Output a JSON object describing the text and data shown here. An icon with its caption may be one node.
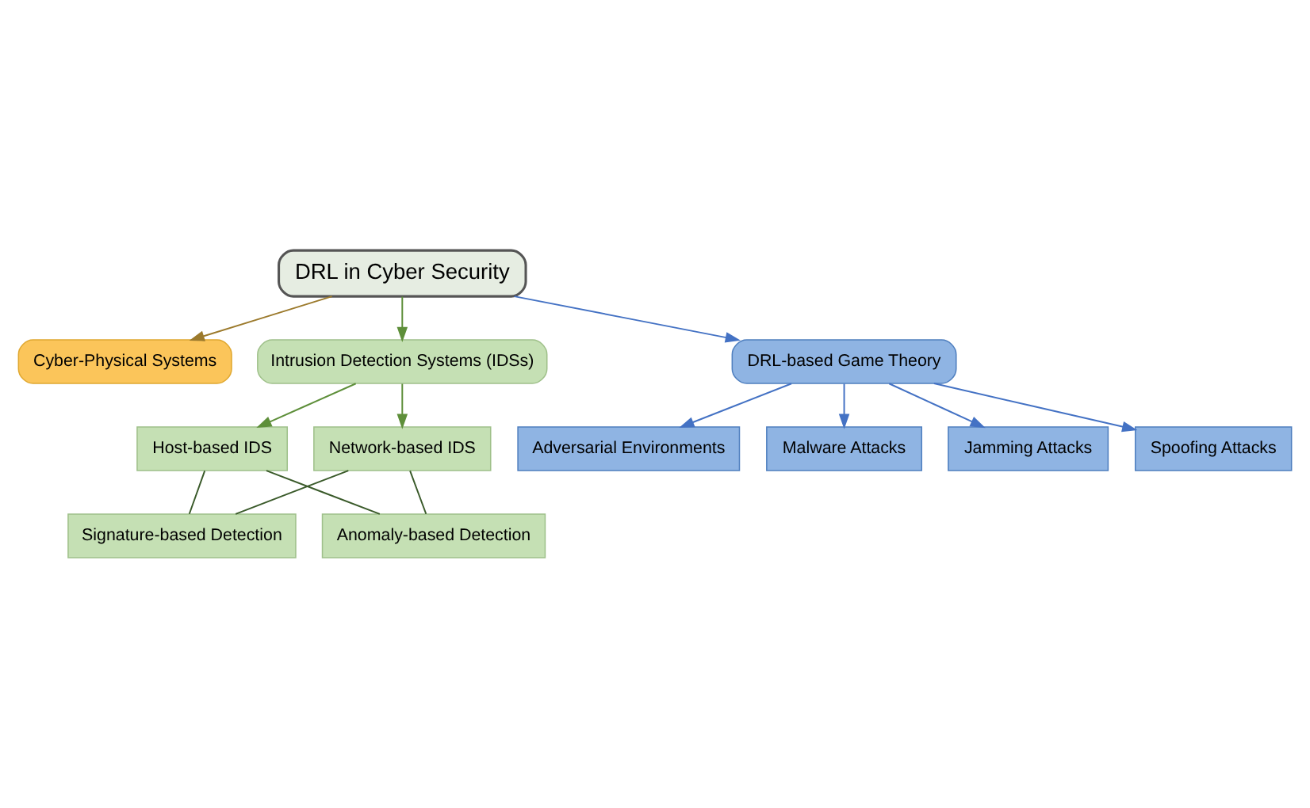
{
  "diagram": {
    "nodes": [
      {
        "text": [
          "DRL in Cyber Security"
        ]
      },
      {
        "text": [
          "Jamming Attacks"
        ]
      },
      {
        "text": [
          "Cyber-Physical Systems"
        ]
      },
      {
        "text": [
          "Intrusion Detection Systems (IDSs)"
        ]
      },
      {
        "text": [
          "DRL-based Game Theory"
        ]
      },
      {
        "text": [
          "Spoofing Attacks"
        ]
      },
      {
        "text": [
          "Host-based IDS"
        ]
      },
      {
        "text": [
          "Network-based IDS"
        ]
      },
      {
        "text": [
          "Adversarial Environments"
        ]
      },
      {
        "text": [
          "Malware Attacks"
        ]
      },
      {
        "text": [
          "Signature-based Detection"
        ]
      },
      {
        "text": [
          "Anomaly-based Detection"
        ]
      }
    ],
    "edges": [
      {
        "from": 0,
        "to": 2,
        "arrow": "to",
        "color": "#9c7a2c"
      },
      {
        "from": 0,
        "to": 3,
        "arrow": "to",
        "color": "#5e8f3a"
      },
      {
        "from": 0,
        "to": 4,
        "arrow": "to"
      },
      {
        "from": 4,
        "to": 1,
        "arrow": "to"
      },
      {
        "from": 4,
        "to": 5,
        "arrow": "to"
      },
      {
        "from": 4,
        "to": 9,
        "arrow": "to"
      },
      {
        "from": 4,
        "to": 8,
        "arrow": "to"
      },
      {
        "from": 3,
        "to": 6,
        "arrow": "to",
        "color": "#5e8f3a"
      },
      {
        "from": 3,
        "to": 7,
        "arrow": "to",
        "color": "#5e8f3a"
      },
      {
        "from": 6,
        "to": 10,
        "arrow": "none",
        "color": "#3a5a2a"
      },
      {
        "from": 6,
        "to": 11,
        "arrow": "none",
        "color": "#3a5a2a"
      },
      {
        "from": 7,
        "to": 10,
        "arrow": "none",
        "color": "#3a5a2a"
      },
      {
        "from": 7,
        "to": 11,
        "arrow": "none",
        "color": "#3a5a2a"
      }
    ]
  }
}
